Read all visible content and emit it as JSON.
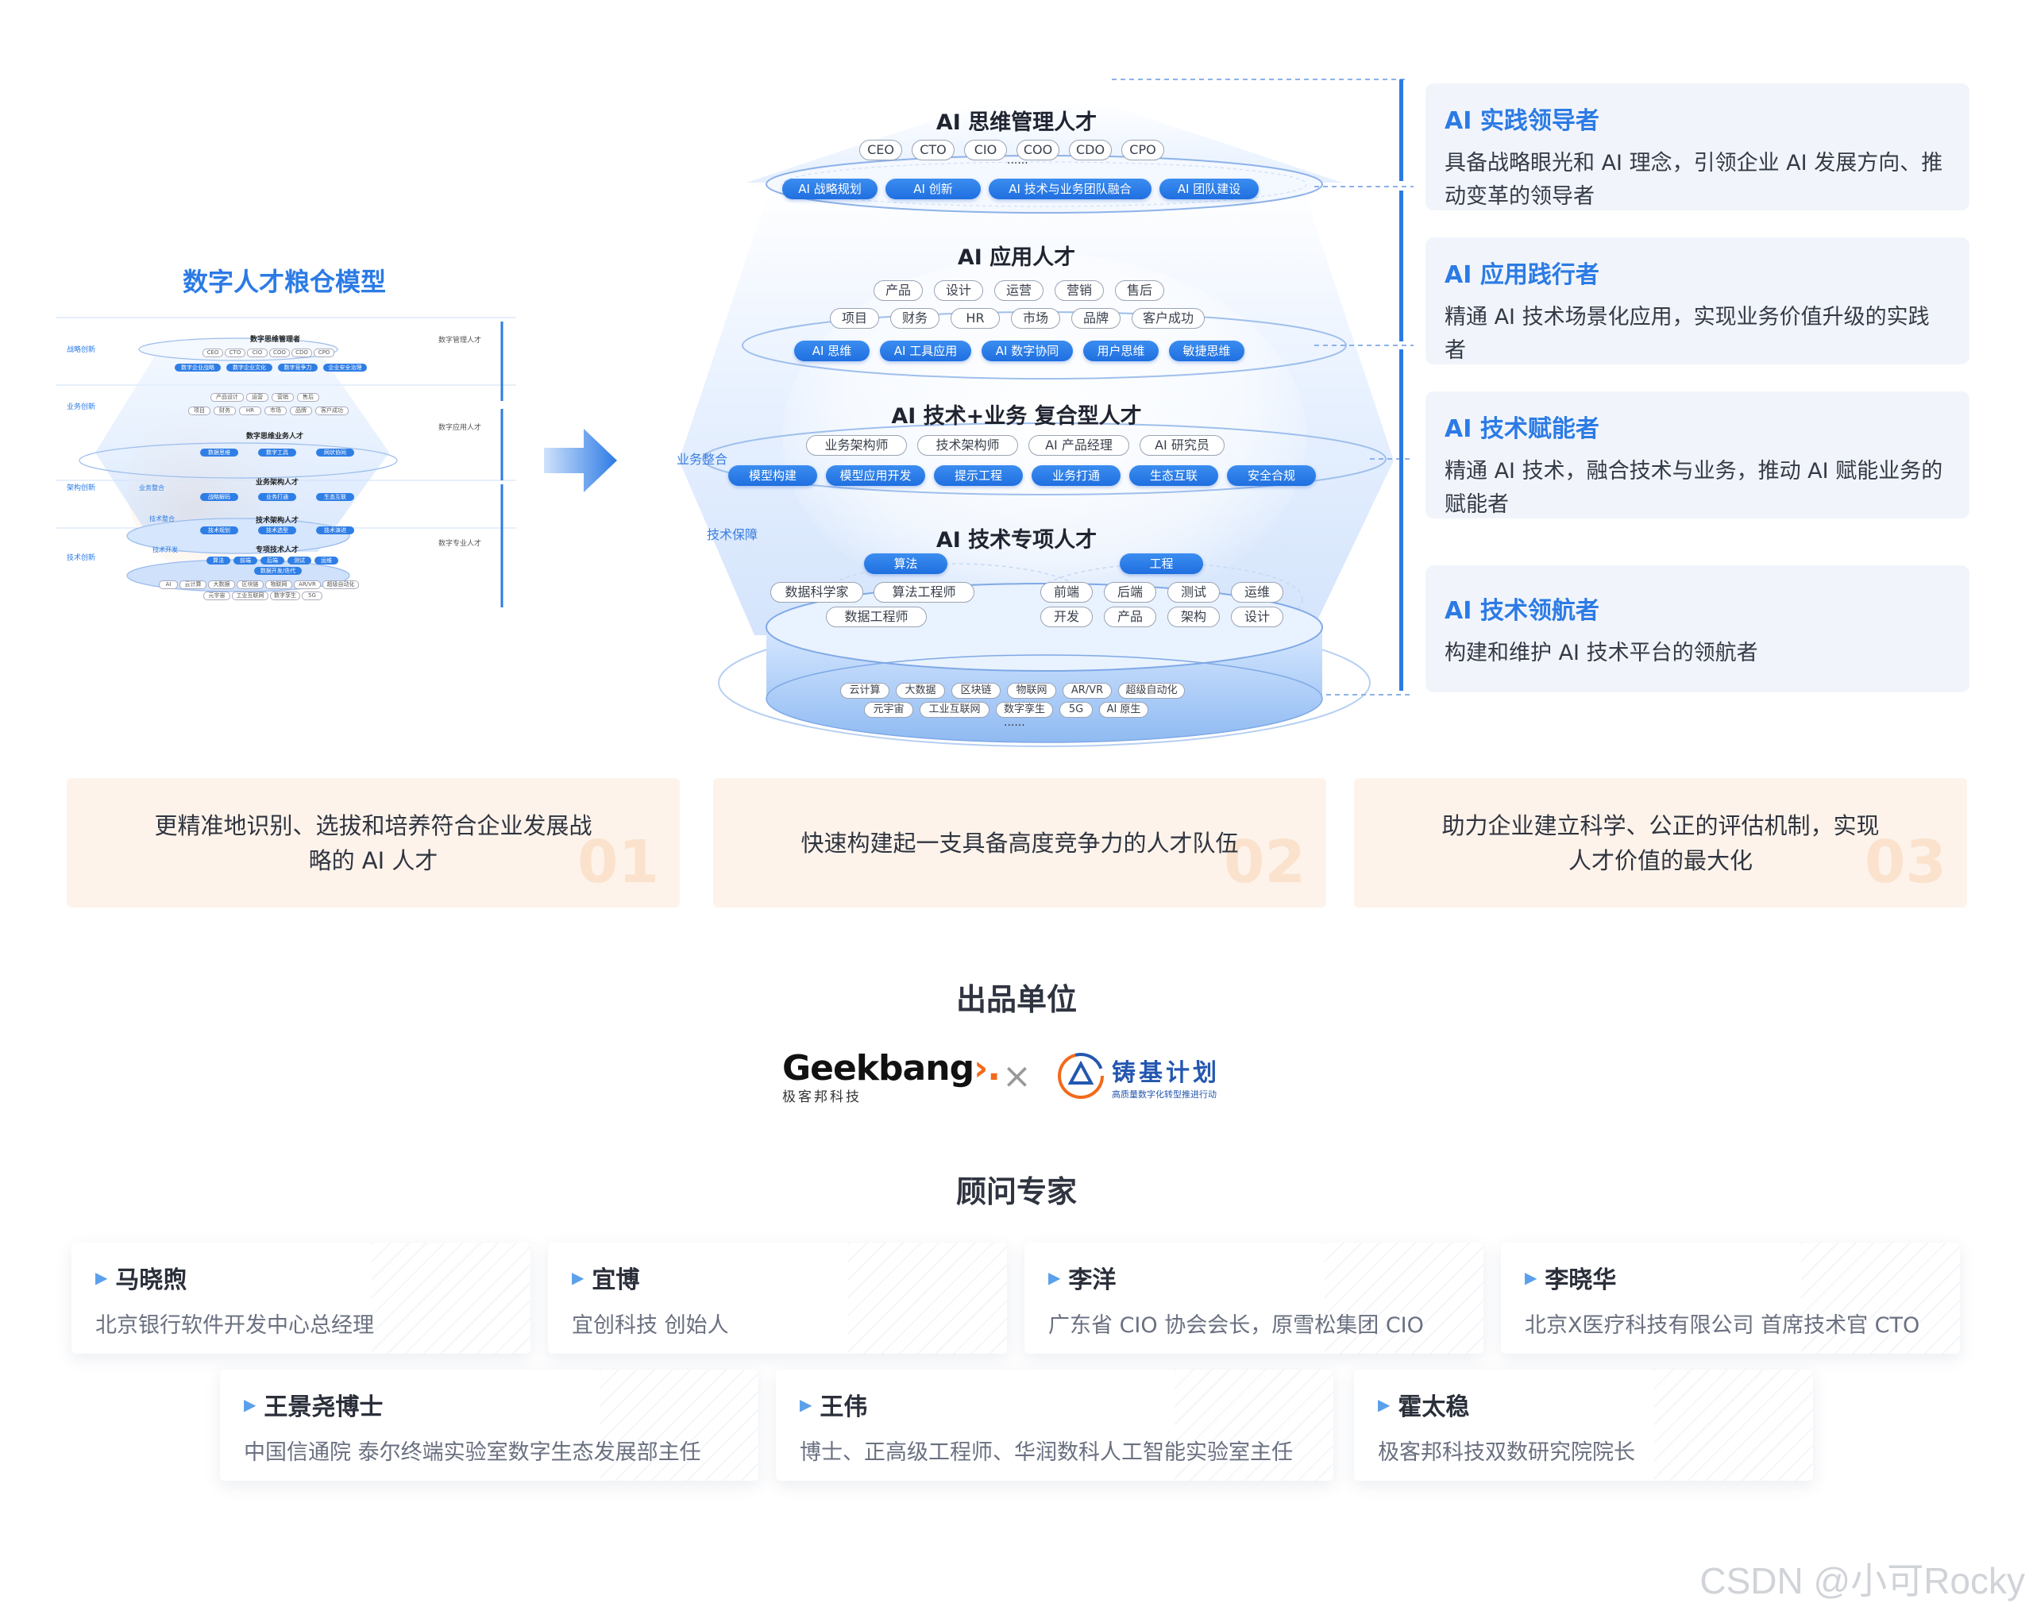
{
  "left_model": {
    "title": "数字人才粮仓模型",
    "side_labels": [
      "战略创新",
      "业务创新",
      "架构创新",
      "技术创新"
    ],
    "right_labels": [
      "数字管理人才",
      "数字应用人才",
      "数字专业人才"
    ],
    "tiers": [
      "数字思维管理者",
      "数字思维业务人才",
      "业务架构人才",
      "技术架构人才",
      "专项技术人才"
    ],
    "inner_labels": [
      "业务整合",
      "技术整合",
      "技术开发"
    ],
    "top_roles": [
      "CEO",
      "CTO",
      "CIO",
      "COO",
      "CDO",
      "CPO"
    ],
    "top_pills": [
      "数字企业战略",
      "数字企业文化",
      "数字竞争力",
      "企业安全治理"
    ],
    "app_roles": [
      "产品设计",
      "运营",
      "营销",
      "售后",
      "项目",
      "财务",
      "HR",
      "市场",
      "品牌",
      "客户成功"
    ],
    "app_pills": [
      "数据思维",
      "数字工具",
      "网状协同"
    ],
    "biz_pills": [
      "战略解码",
      "业务打通",
      "生态互联"
    ],
    "arch_pills": [
      "技术规划",
      "技术选型",
      "技术演进"
    ],
    "spec_pills": [
      "算法",
      "前端",
      "后端",
      "测试",
      "运维",
      "数据开发/迭代"
    ],
    "base_items": [
      "AI",
      "云计算",
      "大数据",
      "区块链",
      "物联网",
      "AR/VR",
      "超级自动化",
      "元宇宙",
      "工业互联网",
      "数字孪生",
      "5G"
    ]
  },
  "main_diagram": {
    "tier1": {
      "title": "AI 思维管理人才",
      "roles": [
        "CEO",
        "CTO",
        "CIO",
        "COO",
        "CDO",
        "CPO"
      ],
      "ellipsis": "......",
      "pills": [
        "AI 战略规划",
        "AI 创新",
        "AI 技术与业务团队融合",
        "AI 团队建设"
      ]
    },
    "tier2": {
      "title": "AI 应用人才",
      "roles_row1": [
        "产品",
        "设计",
        "运营",
        "营销",
        "售后"
      ],
      "roles_row2": [
        "项目",
        "财务",
        "HR",
        "市场",
        "品牌",
        "客户成功"
      ],
      "pills": [
        "AI 思维",
        "AI 工具应用",
        "AI 数字协同",
        "用户思维",
        "敏捷思维"
      ]
    },
    "tier3": {
      "title": "AI 技术+业务 复合型人才",
      "side_label": "业务整合",
      "roles": [
        "业务架构师",
        "技术架构师",
        "AI 产品经理",
        "AI 研究员"
      ],
      "pills": [
        "模型构建",
        "模型应用开发",
        "提示工程",
        "业务打通",
        "生态互联",
        "安全合规"
      ]
    },
    "tier4": {
      "title": "AI 技术专项人才",
      "side_label": "技术保障",
      "left_pill": "算法",
      "right_pill": "工程",
      "left_roles": [
        "数据科学家",
        "算法工程师",
        "数据工程师"
      ],
      "right_roles": [
        "前端",
        "后端",
        "测试",
        "运维",
        "开发",
        "产品",
        "架构",
        "设计"
      ]
    },
    "base": {
      "row1": [
        "云计算",
        "大数据",
        "区块链",
        "物联网",
        "AR/VR",
        "超级自动化"
      ],
      "row2": [
        "元宇宙",
        "工业互联网",
        "数字孪生",
        "5G",
        "AI 原生"
      ],
      "ellipsis": "......"
    }
  },
  "roles": [
    {
      "title": "AI 实践领导者",
      "desc": "具备战略眼光和 AI 理念，引领企业 AI 发展方向、推动变革的领导者"
    },
    {
      "title": "AI 应用践行者",
      "desc": "精通 AI 技术场景化应用，实现业务价值升级的实践者"
    },
    {
      "title": "AI 技术赋能者",
      "desc": "精通 AI 技术，融合技术与业务，推动 AI 赋能业务的赋能者"
    },
    {
      "title": "AI 技术领航者",
      "desc": "构建和维护 AI 技术平台的领航者"
    }
  ],
  "benefits": [
    {
      "text": "更精准地识别、选拔和培养符合企业发展战略的 AI 人才",
      "num": "01"
    },
    {
      "text": "快速构建起一支具备高度竞争力的人才队伍",
      "num": "02"
    },
    {
      "text": "助力企业建立科学、公正的评估机制，实现人才价值的最大化",
      "num": "03"
    }
  ],
  "producers": {
    "title": "出品单位",
    "geekbang_logo": "Geekbang",
    "geekbang_sub": "极客邦科技",
    "times": "×",
    "zhuji_logo": "铸基计划",
    "zhuji_sub": "高质量数字化转型推进行动"
  },
  "experts": {
    "title": "顾问专家",
    "list": [
      {
        "name": "马晓煦",
        "title": "北京银行软件开发中心总经理"
      },
      {
        "name": "宜博",
        "title": "宜创科技 创始人"
      },
      {
        "name": "李洋",
        "title": "广东省 CIO 协会会长，原雪松集团 CIO"
      },
      {
        "name": "李晓华",
        "title": "北京X医疗科技有限公司 首席技术官 CTO"
      },
      {
        "name": "王景尧博士",
        "title": "中国信通院 泰尔终端实验室数字生态发展部主任"
      },
      {
        "name": "王伟",
        "title": "博士、正高级工程师、华润数科人工智能实验室主任"
      },
      {
        "name": "霍太稳",
        "title": "极客邦科技双数研究院院长"
      }
    ]
  },
  "watermark": "CSDN @小可Rocky",
  "colors": {
    "accent": "#2c7be5",
    "pill": "#1f6fe0",
    "benefit_bg": "#fdf3ea",
    "role_bg": "#f1f5fb",
    "geek_orange": "#f26a1b"
  }
}
